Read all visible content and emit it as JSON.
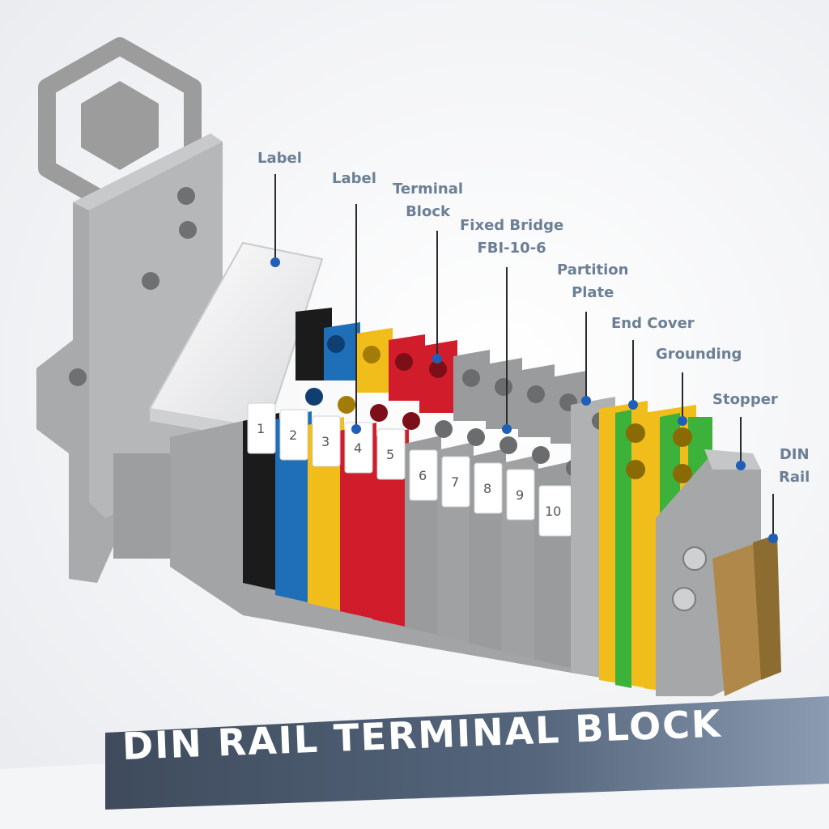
{
  "labels": {
    "label_1": "Label",
    "label_2": "Label",
    "terminal_block": [
      "Terminal",
      "Block"
    ],
    "fixed_bridge": [
      "Fixed Bridge",
      "FBI-10-6"
    ],
    "partition_plate": [
      "Partition",
      "Plate"
    ],
    "end_cover": "End Cover",
    "grounding": "Grounding",
    "stopper": "Stopper",
    "din_rail": [
      "DIN",
      "Rail"
    ]
  },
  "marker_numbers": [
    "1",
    "2",
    "3",
    "4",
    "5",
    "6",
    "7",
    "8",
    "9",
    "10"
  ],
  "banner": {
    "title": "DIN RAIL TERMINAL BLOCK"
  },
  "colors": {
    "callout_text": "#6b7f95",
    "callout_dot": "#1f5fb8",
    "block_black": "#1b1b1b",
    "block_blue": "#1f6fb8",
    "block_yellow": "#f1bd1a",
    "block_red": "#d11d2b",
    "block_grey": "#9a9b9d",
    "ground_green": "#3cb23a",
    "banner": "#4f6077"
  },
  "logo": {
    "icon": "hexagon-logo-icon"
  }
}
